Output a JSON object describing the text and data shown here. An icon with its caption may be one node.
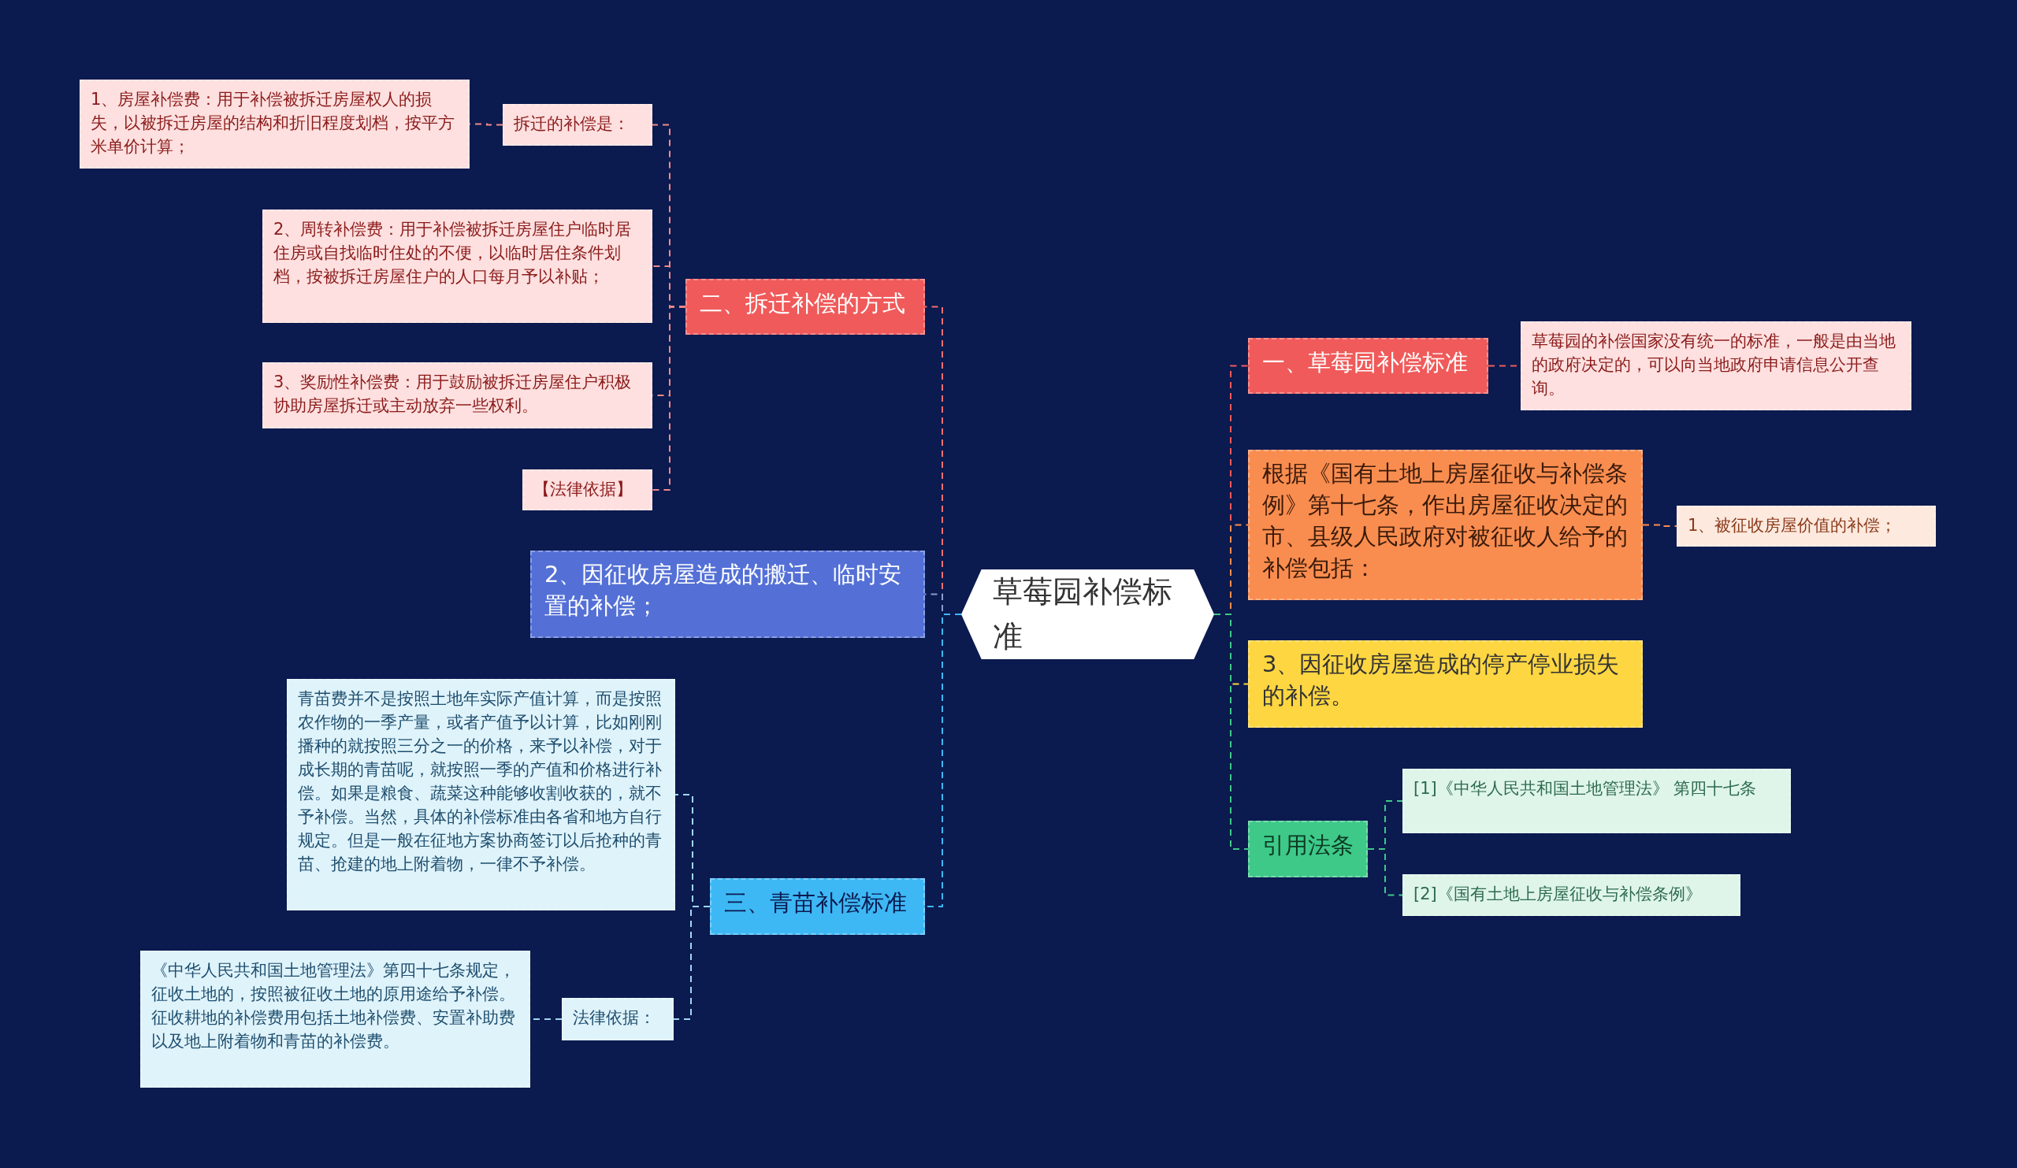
{
  "diagram": {
    "nodes": [
      {
        "text": [
          "草莓园补偿标准"
        ]
      },
      {
        "text": [
          "二、拆迁补偿的方式"
        ]
      },
      {
        "text": [
          "拆迁的补偿是："
        ]
      },
      {
        "text": [
          "1、房屋补偿费：用于补偿被拆迁房屋权人的损失，以被拆迁房屋的结构和折旧程度划档，按平方米单价计算；"
        ]
      },
      {
        "text": [
          "2、周转补偿费：用于补偿被拆迁房屋住户临时居住房或自找临时住处的不便，以临时居住条件划档，按被拆迁房屋住户的人口每月予以补贴；"
        ]
      },
      {
        "text": [
          "3、奖励性补偿费：用于鼓励被拆迁房屋住户积极协助房屋拆迁或主动放弃一些权利。"
        ]
      },
      {
        "text": [
          "【法律依据】"
        ]
      },
      {
        "text": [
          "2、因征收房屋造成的搬迁、临时安置的补偿；"
        ]
      },
      {
        "text": [
          "三、青苗补偿标准"
        ]
      },
      {
        "text": [
          "青苗费并不是按照土地年实际产值计算，而是按照农作物的一季产量，或者产值予以计算，比如刚刚播种的就按照三分之一的价格，来予以补偿，对于成长期的青苗呢，就按照一季的产值和价格进行补偿。如果是粮食、蔬菜这种能够收割收获的，就不予补偿。当然，具体的补偿标准由各省和地方自行规定。但是一般在征地方案协商签订以后抢种的青苗、抢建的地上附着物，一律不予补偿。"
        ]
      },
      {
        "text": [
          "法律依据："
        ]
      },
      {
        "text": [
          "《中华人民共和国土地管理法》第四十七条规定，征收土地的，按照被征收土地的原用途给予补偿。征收耕地的补偿费用包括土地补偿费、安置补助费以及地上附着物和青苗的补偿费。"
        ]
      },
      {
        "text": [
          "一、草莓园补偿标准"
        ]
      },
      {
        "text": [
          "草莓园的补偿国家没有统一的标准，一般是由当地的政府决定的，可以向当地政府申请信息公开查询。"
        ]
      },
      {
        "text": [
          "根据《国有土地上房屋征收与补偿条例》第十七条，作出房屋征收决定的市、县级人民政府对被征收人给予的补偿包括："
        ]
      },
      {
        "text": [
          "1、被征收房屋价值的补偿；"
        ]
      },
      {
        "text": [
          "3、因征收房屋造成的停产停业损失的补偿。"
        ]
      },
      {
        "text": [
          "引用法条"
        ]
      },
      {
        "text": [
          "[1]《中华人民共和国土地管理法》 第四十七条"
        ]
      },
      {
        "text": [
          "[2]《国有土地上房屋征收与补偿条例》"
        ]
      }
    ],
    "edges": [
      {
        "from": 0,
        "to": 1,
        "arrow": "none",
        "style": "dashed",
        "color": "#f07070"
      },
      {
        "from": 1,
        "to": 2,
        "arrow": "none",
        "style": "dashed",
        "color": "#f08a8a"
      },
      {
        "from": 2,
        "to": 3,
        "arrow": "none",
        "style": "dashed",
        "color": "#f08a8a"
      },
      {
        "from": 1,
        "to": 4,
        "arrow": "none",
        "style": "dashed",
        "color": "#f08a8a"
      },
      {
        "from": 1,
        "to": 5,
        "arrow": "none",
        "style": "dashed",
        "color": "#f08a8a"
      },
      {
        "from": 1,
        "to": 6,
        "arrow": "none",
        "style": "dashed",
        "color": "#f08a8a"
      },
      {
        "from": 0,
        "to": 7,
        "arrow": "none",
        "style": "dashed",
        "color": "#8f9bd6"
      },
      {
        "from": 0,
        "to": 8,
        "arrow": "none",
        "style": "dashed",
        "color": "#3db8f5"
      },
      {
        "from": 8,
        "to": 9,
        "arrow": "none",
        "style": "dashed",
        "color": "#9fd8f0"
      },
      {
        "from": 8,
        "to": 10,
        "arrow": "none",
        "style": "dashed",
        "color": "#9fd8f0"
      },
      {
        "from": 10,
        "to": 11,
        "arrow": "none",
        "style": "dashed",
        "color": "#9fd8f0"
      },
      {
        "from": 0,
        "to": 12,
        "arrow": "none",
        "style": "dashed",
        "color": "#f05a5a"
      },
      {
        "from": 12,
        "to": 13,
        "arrow": "none",
        "style": "dashed",
        "color": "#f05a5a"
      },
      {
        "from": 0,
        "to": 14,
        "arrow": "none",
        "style": "dashed",
        "color": "#f98d4f"
      },
      {
        "from": 14,
        "to": 15,
        "arrow": "none",
        "style": "dashed",
        "color": "#f98d4f"
      },
      {
        "from": 0,
        "to": 16,
        "arrow": "none",
        "style": "dashed",
        "color": "#fdd642"
      },
      {
        "from": 0,
        "to": 17,
        "arrow": "none",
        "style": "dashed",
        "color": "#3ec989"
      },
      {
        "from": 17,
        "to": 18,
        "arrow": "none",
        "style": "dashed",
        "color": "#3ec989"
      },
      {
        "from": 17,
        "to": 19,
        "arrow": "none",
        "style": "dashed",
        "color": "#3ec989"
      }
    ]
  }
}
